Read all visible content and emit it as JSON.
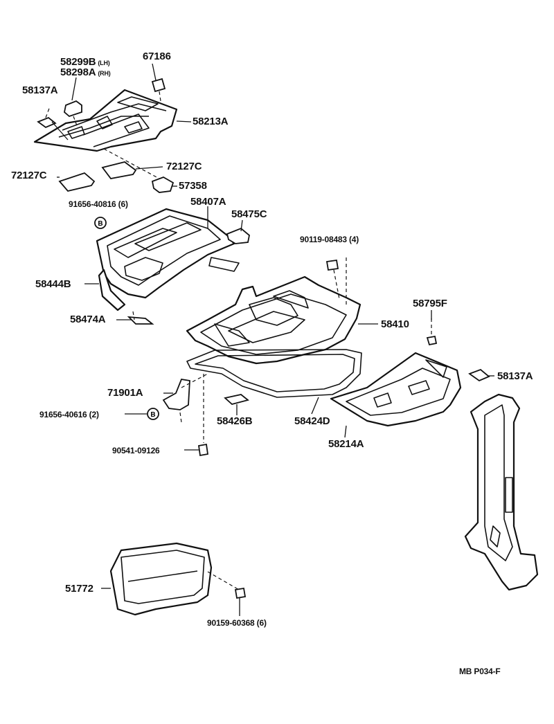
{
  "labels": {
    "p58299B": "58299B",
    "p58299B_sfx": "(LH)",
    "p58298A": "58298A",
    "p58298A_sfx": "(RH)",
    "p67186": "67186",
    "p58137A_top": "58137A",
    "p58213A": "58213A",
    "p72127C_left": "72127C",
    "p72127C_right": "72127C",
    "p57358": "57358",
    "p91656_40816": "91656-40816 (6)",
    "p58407A": "58407A",
    "p58475C": "58475C",
    "p90119_08483": "90119-08483 (4)",
    "p58444B": "58444B",
    "p58474A": "58474A",
    "p58795F": "58795F",
    "p58410": "58410",
    "p58137A_right": "58137A",
    "p71901A": "71901A",
    "p91656_40616": "91656-40616 (2)",
    "p58426B": "58426B",
    "p58424D": "58424D",
    "p58214A": "58214A",
    "p90541_09126": "90541-09126",
    "p51772": "51772",
    "p90159_60368": "90159-60368 (6)",
    "p_ref": "MB P034-F"
  },
  "bolt_mark": "B"
}
